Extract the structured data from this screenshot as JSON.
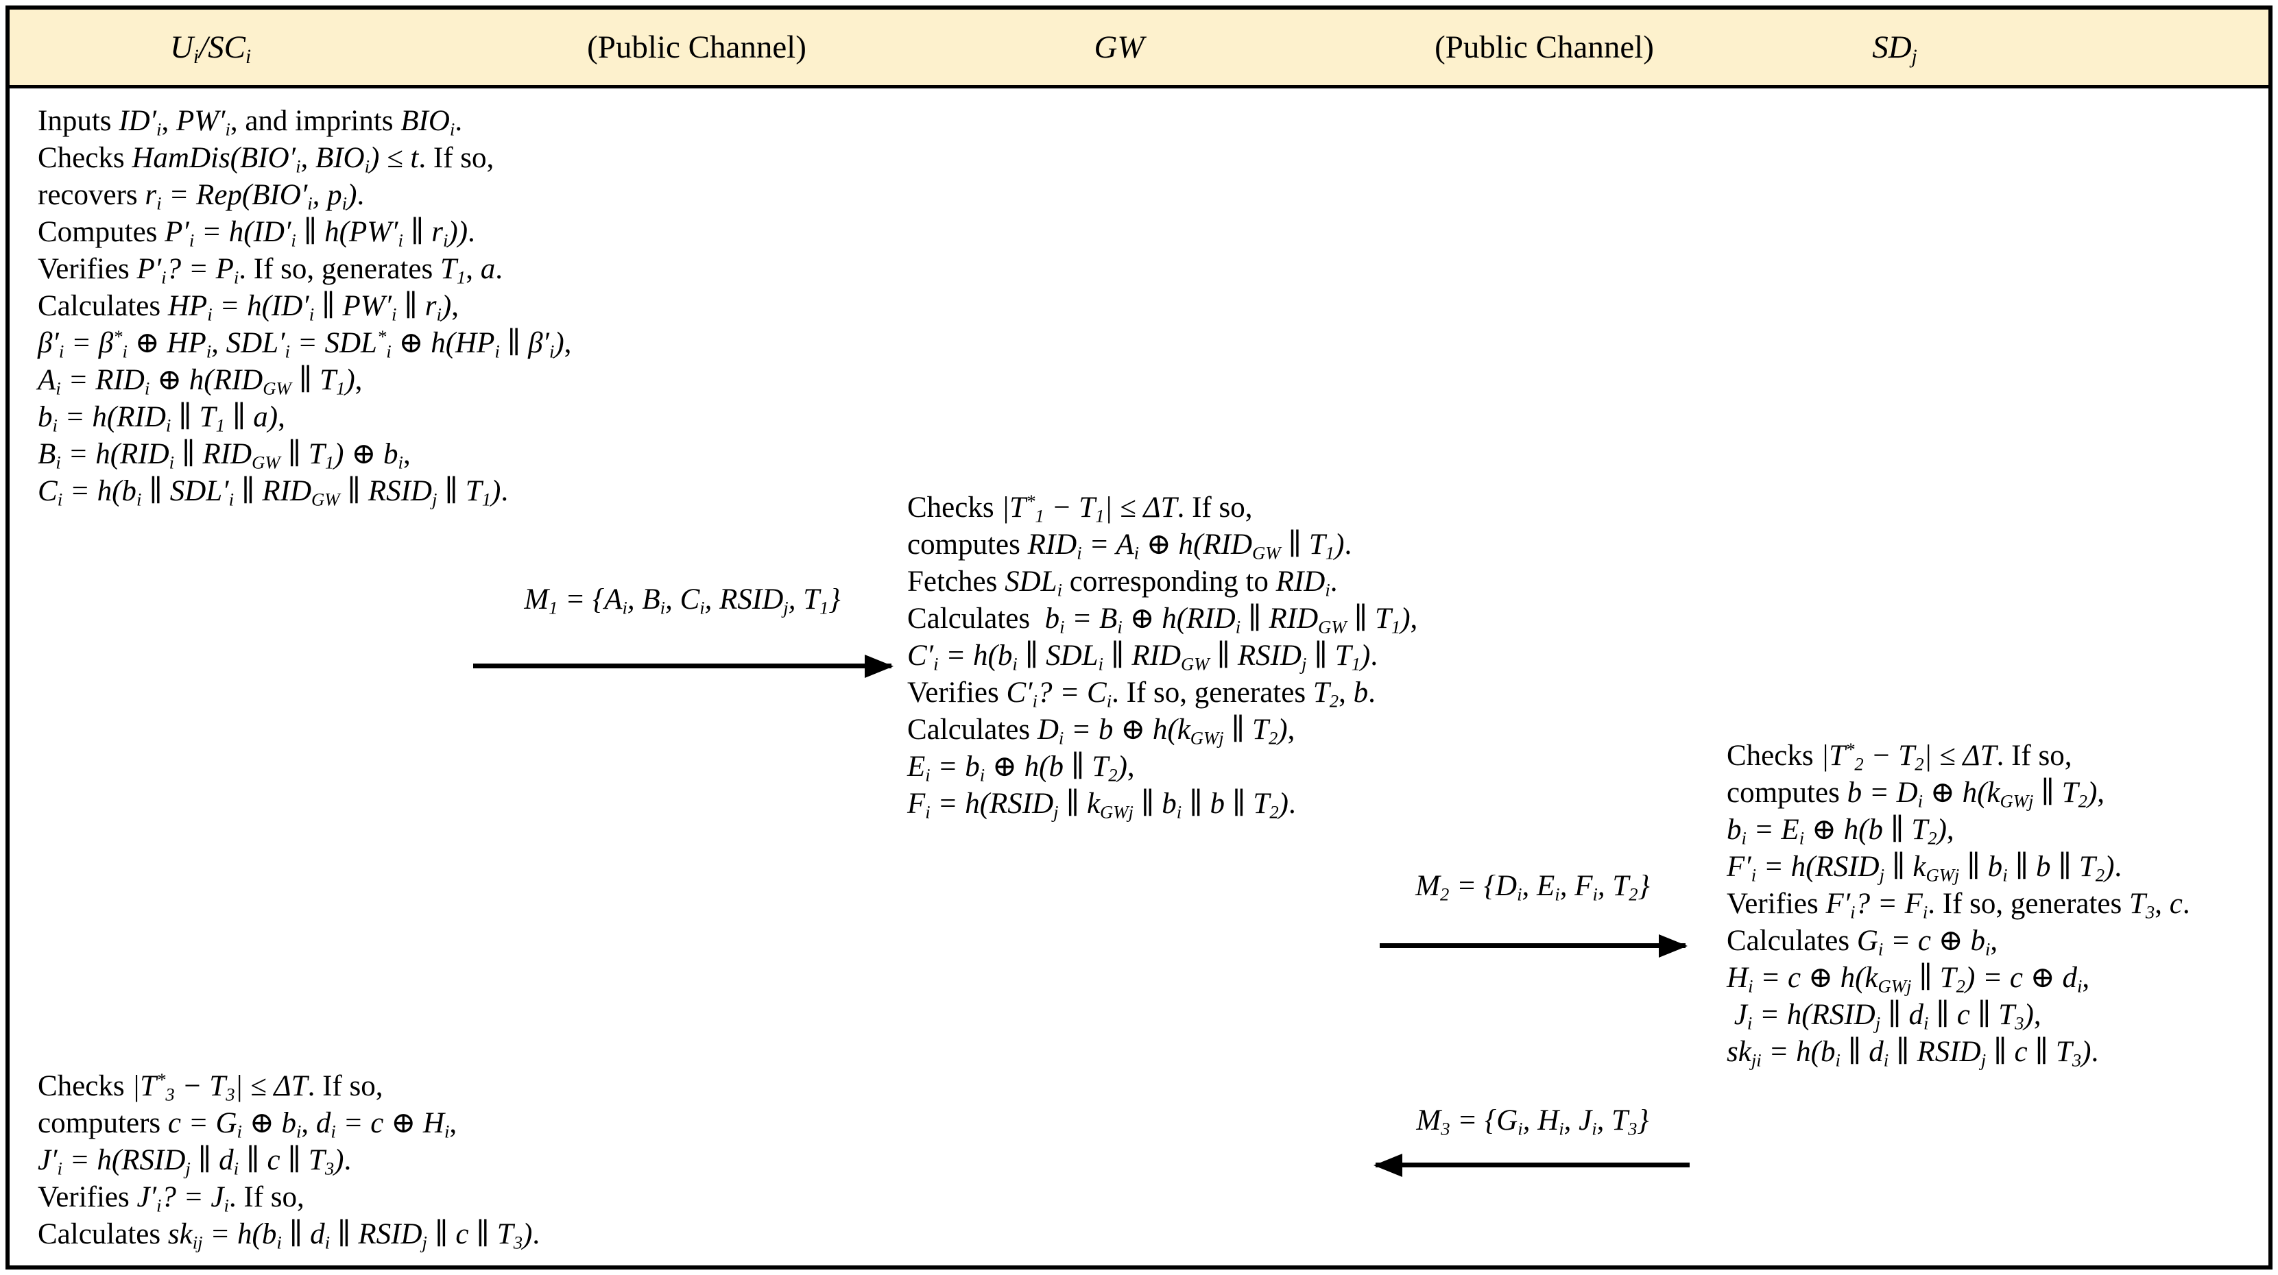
{
  "colors": {
    "header_bg": "#FDF1CD",
    "border": "#000000",
    "text": "#000000",
    "body_bg": "#FFFFFF"
  },
  "header": {
    "columns": [
      {
        "label": "$U_{i}/SC_{i}$"
      },
      {
        "label": "(Public Channel)"
      },
      {
        "label": "$GW$"
      },
      {
        "label": "(Public Channel)"
      },
      {
        "label": "$SD_{j}$"
      }
    ]
  },
  "blocks": {
    "user_login": {
      "lines": [
        "Inputs $ID′_{i}$, $PW′_{i}$, and imprints $BIO_{i}$.",
        "Checks $HamDis(BIO′_{i}, BIO_{i}) ≤ t$. If so,",
        "recovers $r_{i} = Rep(BIO′_{i}, p_{i})$.",
        "Computes $P′_{i} = h(ID′_{i} ∥ h(PW′_{i} ∥ r_{i}))$.",
        "Verifies $P′_{i}? = P_{i}$. If so, generates $T_{1}$, $a$.",
        "Calculates $HP_{i} = h(ID′_{i} ∥ PW′_{i} ∥ r_{i})$,",
        "$β′_{i} = β^{*}_{i} ⊕ HP_{i}, SDL′_{i} = SDL^{*}_{i} ⊕ h(HP_{i} ∥ β′_{i})$,",
        "$A_{i} = RID_{i} ⊕ h(RID_{GW} ∥ T_{1})$,",
        "$b_{i} = h(RID_{i} ∥ T_{1} ∥ a)$,",
        "$B_{i} = h(RID_{i} ∥ RID_{GW} ∥ T_{1}) ⊕ b_{i}$,",
        "$C_{i} = h(b_{i} ∥ SDL′_{i} ∥ RID_{GW} ∥ RSID_{j} ∥ T_{1})$."
      ]
    },
    "gateway": {
      "lines": [
        "Checks $|T^{*}_{1} − T_{1}| ≤ ΔT$. If so,",
        "computes $RID_{i} = A_{i} ⊕ h(RID_{GW} ∥ T_{1})$.",
        "Fetches $SDL_{i}$ corresponding to $RID_{i}$.",
        "Calculates  $b_{i} = B_{i} ⊕ h(RID_{i} ∥ RID_{GW} ∥ T_{1})$,",
        "$C′_{i} = h(b_{i} ∥ SDL_{i} ∥ RID_{GW} ∥ RSID_{j} ∥ T_{1})$.",
        "Verifies $C′_{i}? = C_{i}$. If so, generates $T_{2}$, $b$.",
        "Calculates $D_{i} = b ⊕ h(k_{GWj} ∥ T_{2})$,",
        "$E_{i} = b_{i} ⊕ h(b ∥ T_{2})$,",
        "$F_{i} = h(RSID_{j} ∥ k_{GWj} ∥ b_{i} ∥ b ∥ T_{2})$."
      ]
    },
    "smart_device": {
      "lines": [
        "Checks $|T^{*}_{2} − T_{2}| ≤ ΔT$. If so,",
        "computes $b = D_{i} ⊕ h(k_{GWj} ∥ T_{2})$,",
        "$b_{i} = E_{i} ⊕ h(b ∥ T_{2})$,",
        "$F′_{i} = h(RSID_{j} ∥ k_{GWj} ∥ b_{i} ∥ b ∥ T_{2})$.",
        "Verifies $F′_{i}? = F_{i}$. If so, generates $T_{3}$, $c$.",
        "Calculates $G_{i} = c ⊕ b_{i}$,",
        "$H_{i} = c ⊕ h(k_{GWj} ∥ T_{2}) = c ⊕ d_{i}$,",
        " $J_{i} = h(RSID_{j} ∥ d_{i} ∥ c ∥ T_{3})$,",
        "$sk_{ji} = h(b_{i} ∥ d_{i} ∥ RSID_{j} ∥ c ∥ T_{3})$."
      ]
    },
    "user_session": {
      "lines": [
        "Checks $|T^{*}_{3} − T_{3}| ≤ ΔT$. If so,",
        "computers $c = G_{i} ⊕ b_{i}$, $d_{i} = c ⊕ H_{i}$,",
        "$J′_{i} = h(RSID_{j} ∥ d_{i} ∥ c ∥ T_{3})$.",
        "Verifies $J′_{i}? = J_{i}$. If so,",
        "Calculates $sk_{ij} = h(b_{i} ∥ d_{i} ∥ RSID_{j} ∥ c ∥ T_{3})$."
      ]
    }
  },
  "messages": {
    "m1": {
      "label": "$M_{1} = {A_{i}, B_{i}, C_{i}, RSID_{j}, T_{1}}$",
      "direction": "right"
    },
    "m2": {
      "label": "$M_{2} = {D_{i}, E_{i}, F_{i}, T_{2}}$",
      "direction": "right"
    },
    "m3": {
      "label": "$M_{3} = {G_{i}, H_{i}, J_{i}, T_{3}}$",
      "direction": "left"
    }
  }
}
